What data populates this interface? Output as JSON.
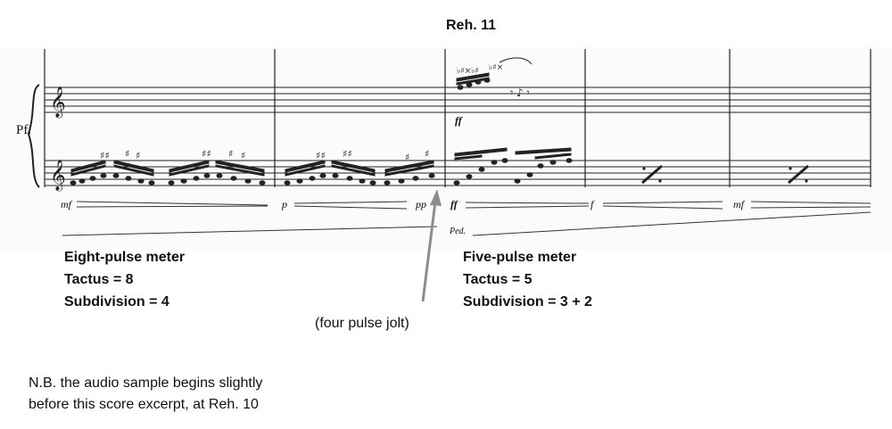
{
  "score": {
    "rehearsal": "Reh. 11",
    "instrument": "Pf.",
    "dynamics": [
      "mf",
      "p",
      "pp",
      "ff",
      "ff",
      "f",
      "mf"
    ],
    "pedal": "Ped."
  },
  "left_block": {
    "line1": "Eight-pulse meter",
    "line2": "Tactus = 8",
    "line3": "Subdivision = 4"
  },
  "right_block": {
    "line1": "Five-pulse meter",
    "line2": "Tactus = 5",
    "line3": "Subdivision = 3 + 2"
  },
  "annotation": "(four pulse jolt)",
  "footnote": {
    "line1": "N.B. the audio sample begins slightly",
    "line2": "before this score excerpt, at Reh. 10"
  }
}
